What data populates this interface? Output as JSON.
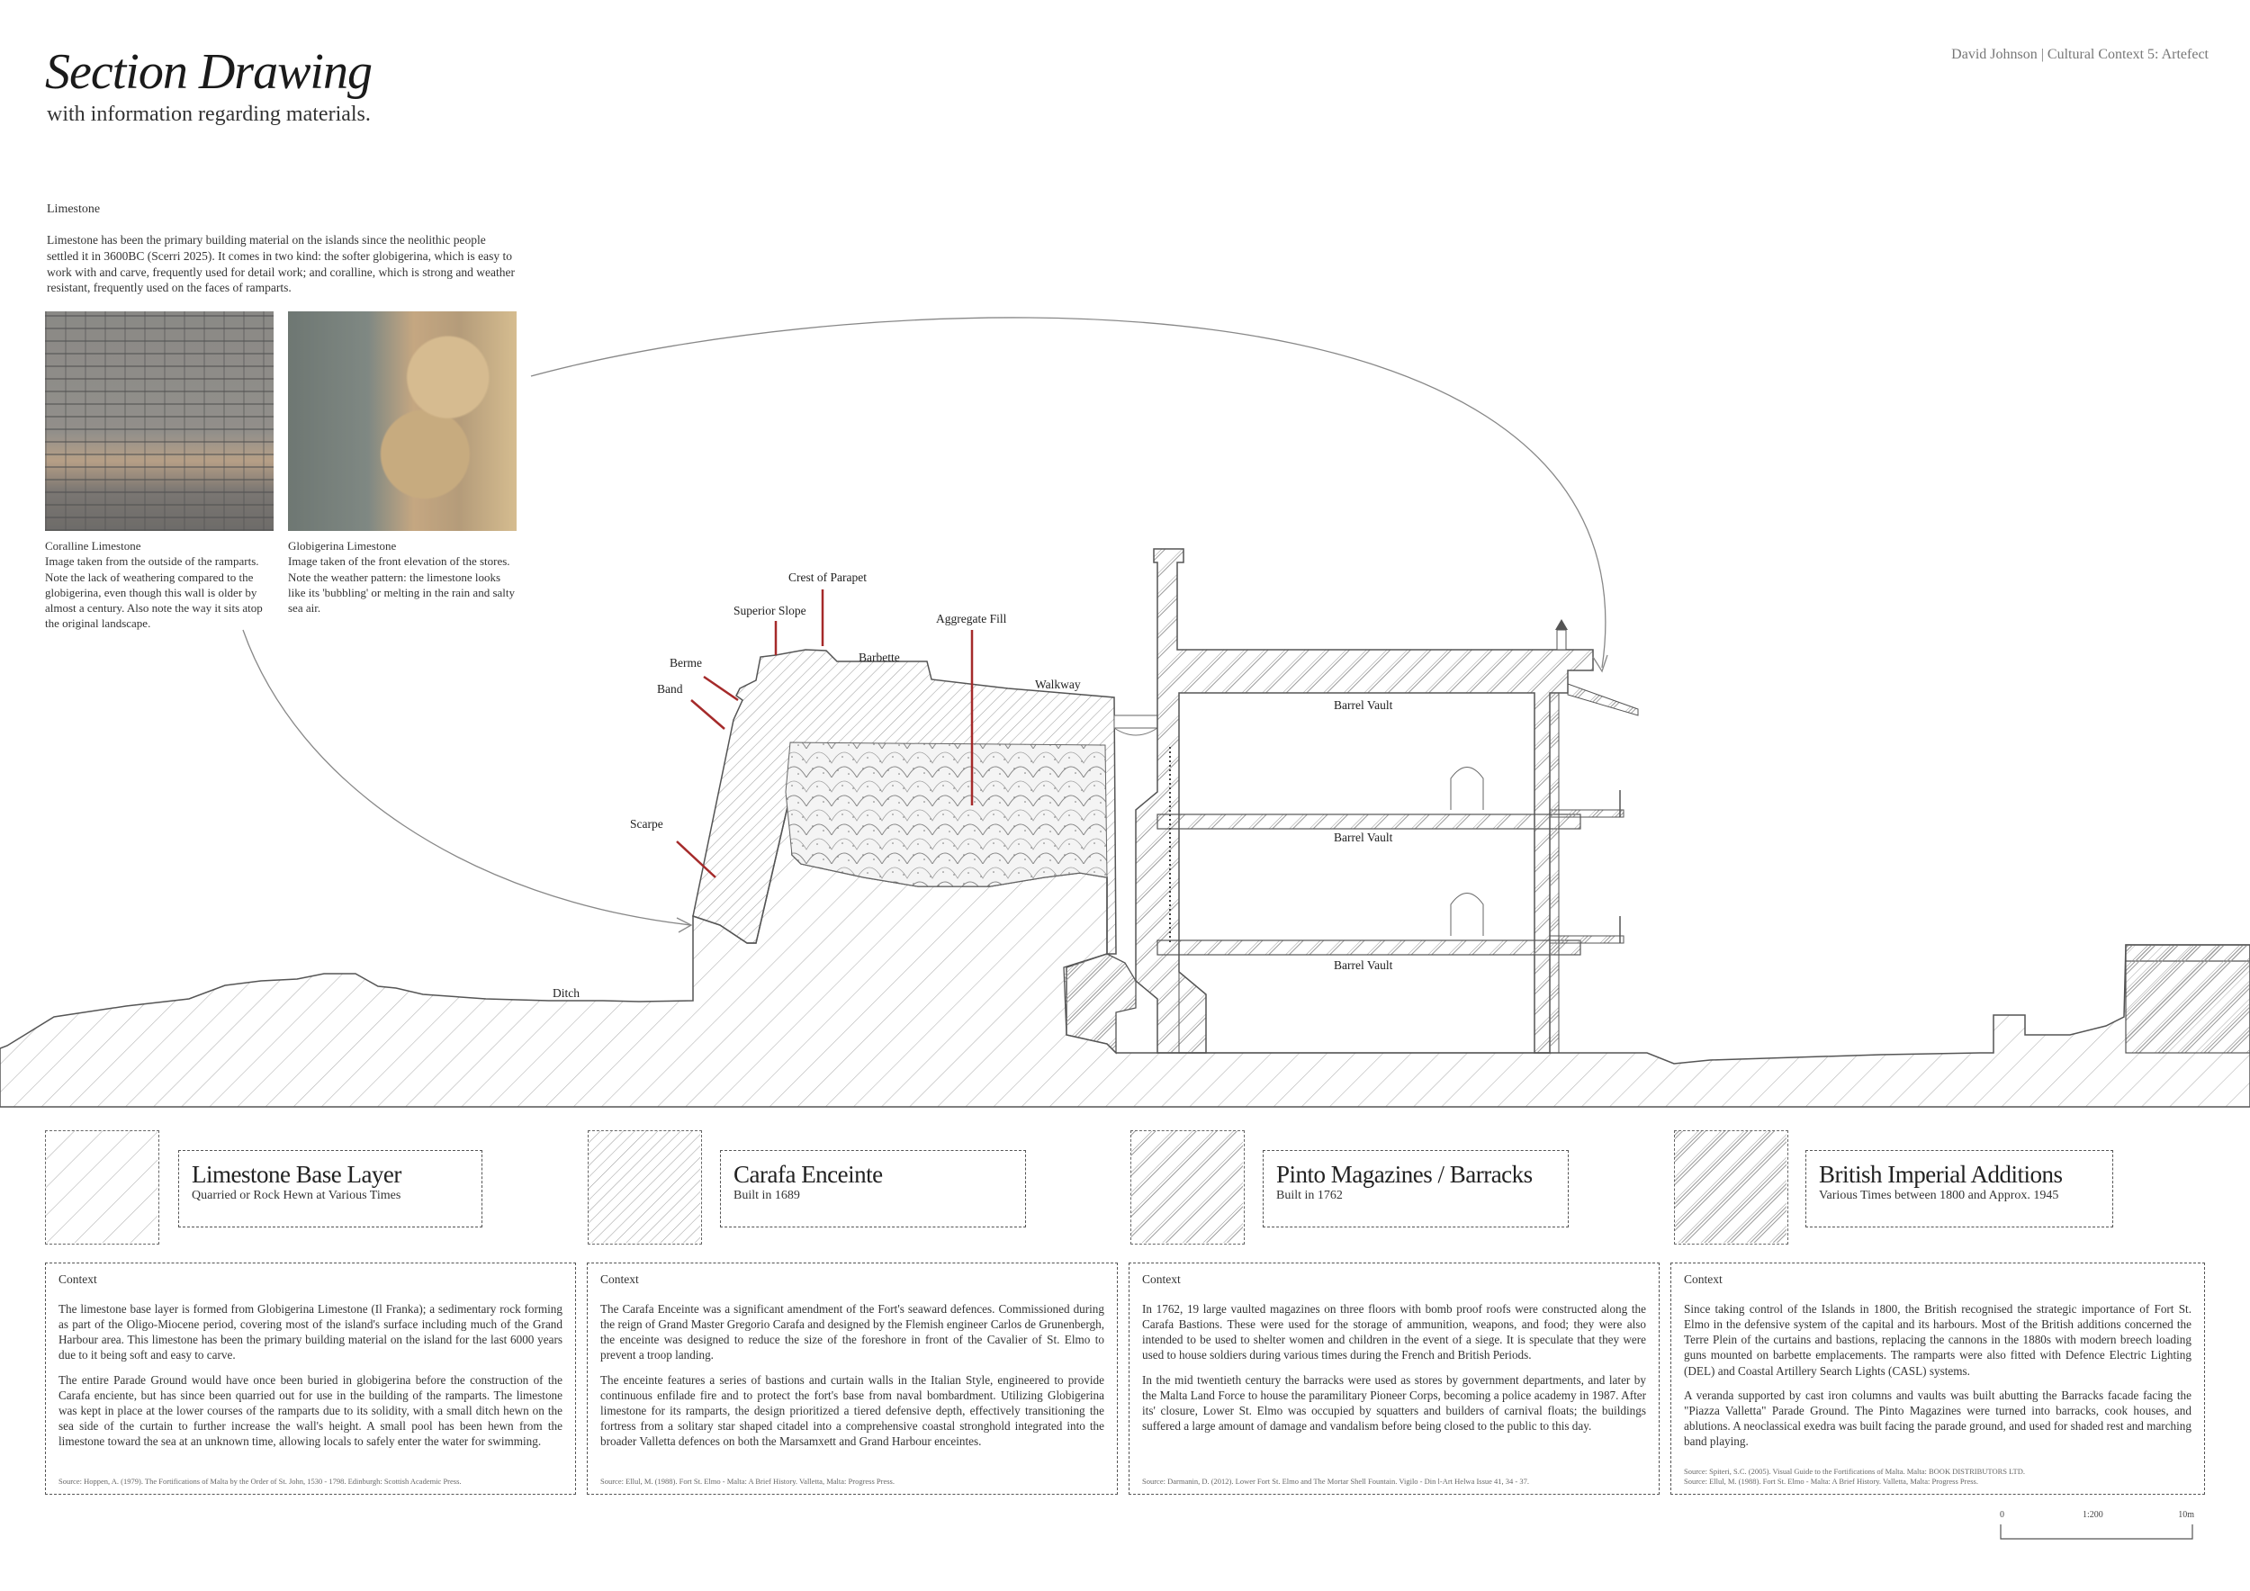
{
  "header": {
    "title": "Section Drawing",
    "subtitle": "with information regarding materials.",
    "credit": "David Johnson | Cultural Context 5: Artefect"
  },
  "limestone": {
    "heading": "Limestone",
    "intro": "Limestone has been the primary building material on the islands since the neolithic people settled it in 3600BC (Scerri 2025). It comes in two kind: the softer globigerina, which is easy to work with and carve, frequently used for detail work; and coralline, which is strong and weather resistant, frequently used on the faces of ramparts.",
    "photos": [
      {
        "title": "Coralline Limestone",
        "caption": "Image taken from the outside of the ramparts. Note the lack of weathering compared to the globigerina, even though this wall is older by almost a century. Also note the way it sits atop the original landscape."
      },
      {
        "title": "Globigerina Limestone",
        "caption": "Image taken of the front elevation of the stores. Note the weather pattern: the limestone looks like its 'bubbling' or melting in the rain and salty sea air."
      }
    ]
  },
  "section_labels": {
    "crest": "Crest of Parapet",
    "superior": "Superior Slope",
    "aggregate": "Aggregate Fill",
    "berme": "Berme",
    "barbette": "Barbette",
    "band": "Band",
    "walkway": "Walkway",
    "scarpe": "Scarpe",
    "ditch": "Ditch",
    "vault1": "Barrel Vault",
    "vault2": "Barrel Vault",
    "vault3": "Barrel Vault"
  },
  "legend": [
    {
      "title": "Limestone Base Layer",
      "subtitle": "Quarried or Rock Hewn at Various Times"
    },
    {
      "title": "Carafa Enceinte",
      "subtitle": "Built in 1689"
    },
    {
      "title": "Pinto Magazines / Barracks",
      "subtitle": "Built in 1762"
    },
    {
      "title": "British Imperial Additions",
      "subtitle": "Various Times between 1800 and Approx. 1945"
    }
  ],
  "context": [
    {
      "heading": "Context",
      "paragraphs": [
        "The limestone base layer is formed from Globigerina Limestone (Il Franka); a sedimentary rock forming as part of the Oligo-Miocene period, covering most of the island's surface including much of the Grand Harbour area. This limestone has been the primary building material on the island for the last 6000 years due to it being soft and easy to carve.",
        "The entire Parade Ground would have once been buried in globigerina before the construction of the Carafa enciente, but has since been quarried out for use in the building of the ramparts. The limestone was kept in place at the lower courses of the ramparts due to its solidity, with a small ditch hewn on the sea side of the curtain to further increase the wall's height. A small pool has been hewn from the limestone toward the sea at an unknown time, allowing locals to safely enter the water for swimming."
      ],
      "sources": [
        "Source: Hoppen, A. (1979). The Fortifications of Malta by the Order of St. John, 1530 - 1798. Edinburgh: Scottish Academic Press."
      ]
    },
    {
      "heading": "Context",
      "paragraphs": [
        "The Carafa Enceinte was a significant amendment of the Fort's seaward defences. Commissioned during the reign of Grand Master Gregorio Carafa and designed by the Flemish engineer Carlos de Grunenbergh, the enceinte was designed to reduce the size of the foreshore in front of the Cavalier of St. Elmo to prevent a troop landing.",
        "The enceinte features a series of bastions and curtain walls in the Italian Style, engineered to provide continuous enfilade fire and to protect the fort's base from naval bombardment. Utilizing Globigerina limestone for its ramparts, the design prioritized a tiered defensive depth, effectively transitioning the fortress from a solitary star shaped citadel into a comprehensive coastal stronghold integrated into the broader Valletta defences on both the Marsamxett and Grand Harbour enceintes."
      ],
      "sources": [
        "Source: Ellul, M. (1988). Fort St. Elmo - Malta: A Brief History. Valletta, Malta: Progress Press."
      ]
    },
    {
      "heading": "Context",
      "paragraphs": [
        "In 1762, 19 large vaulted magazines on three floors with bomb proof roofs were constructed along the Carafa Bastions. These were used for the storage of ammunition, weapons, and food; they were also intended to be used to shelter women and children in the event of a siege. It is speculate that they were used to house soldiers during various times during the French and British Periods.",
        "In the mid twentieth century the barracks were used as stores by government departments, and later by the Malta Land Force to house the paramilitary Pioneer Corps, becoming a police academy in 1987. After its' closure, Lower St. Elmo was occupied by squatters and builders of carnival floats; the buildings suffered a large amount of damage and vandalism before being closed to the public to this day."
      ],
      "sources": [
        "Source: Darmanin, D. (2012). Lower Fort St. Elmo and The Mortar Shell Fountain. Vigilo - Din l-Art Helwa Issue 41, 34 - 37."
      ]
    },
    {
      "heading": "Context",
      "paragraphs": [
        "Since taking control of the Islands in 1800, the British recognised the strategic importance of Fort St. Elmo in the defensive system of the capital and its harbours. Most of the British additions concerned the Terre Plein of the curtains and bastions, replacing the cannons in the 1880s with modern breech loading guns mounted on barbette emplacements. The ramparts were also fitted with Defence Electric Lighting (DEL) and Coastal Artillery Search Lights (CASL) systems.",
        "A veranda supported by cast iron columns and vaults was built abutting the Barracks facade facing the \"Piazza Valletta\" Parade Ground. The Pinto Magazines were turned into barracks, cook houses, and ablutions. A neoclassical exedra was built facing the parade ground, and used for shaded rest and marching band playing."
      ],
      "sources": [
        "Source: Spiteri, S.C. (2005). Visual Guide to the Fortifications of Malta. Malta: BOOK DISTRIBUTORS LTD.",
        "Source: Ellul, M. (1988). Fort St. Elmo - Malta: A Brief History. Valletta, Malta: Progress Press."
      ]
    }
  ],
  "scale_bar": {
    "start": "0",
    "ratio": "1:200",
    "end": "10m"
  }
}
